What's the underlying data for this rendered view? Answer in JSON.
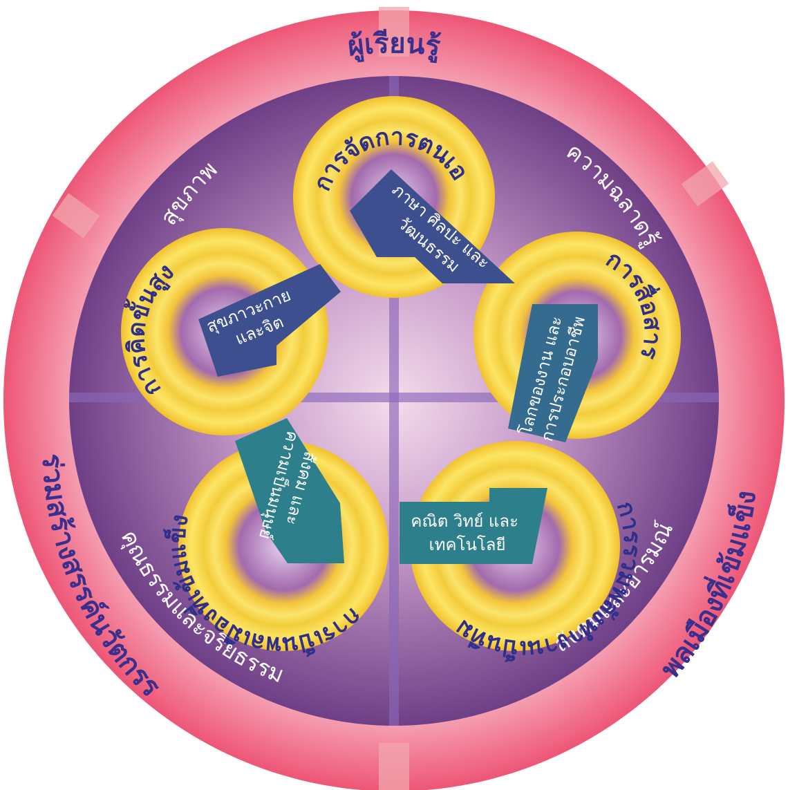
{
  "outer_ring": {
    "top": "ผู้เรียนรู้",
    "left": "ผู้ร่วมสร้างสรรค์นวัตกรรม",
    "right": "พลเมืองที่เข้มแข็ง"
  },
  "domains": {
    "top_left": "สุขภาพ",
    "top_right": "ความฉลาดรู้",
    "bottom_left": "คุณธรรมและจริยธรรม",
    "bottom_right": "สังคมและอารมณ์"
  },
  "competencies": {
    "top": "การจัดการตนเอง",
    "right": "การสื่อสาร",
    "bottom_right": "การรวมพลังทำงานเป็นทีม",
    "bottom_left": "การเป็นพลเมืองที่เข้มแข็ง",
    "left": "การคิดขั้นสูง"
  },
  "learning_areas": {
    "arts": [
      "ภาษา ศิลปะ และ",
      "วัฒนธรรม"
    ],
    "work": [
      "โลกของงาน และ",
      "การประกอบอาชีพ"
    ],
    "stem": [
      "คณิต วิทย์ และ",
      "เทคโนโลยี"
    ],
    "social": [
      "สังคม และ",
      "ความเป็นมนุษย์"
    ],
    "health": [
      "สุขภาวะกาย",
      "และจิต"
    ]
  },
  "colors": {
    "outer_ring": "#f0637f",
    "inner_disc": "#7a4a8c",
    "ring_gold": "#f5c518",
    "band_navy": "#3d4f8e",
    "band_teal": "#2e7f8c"
  }
}
